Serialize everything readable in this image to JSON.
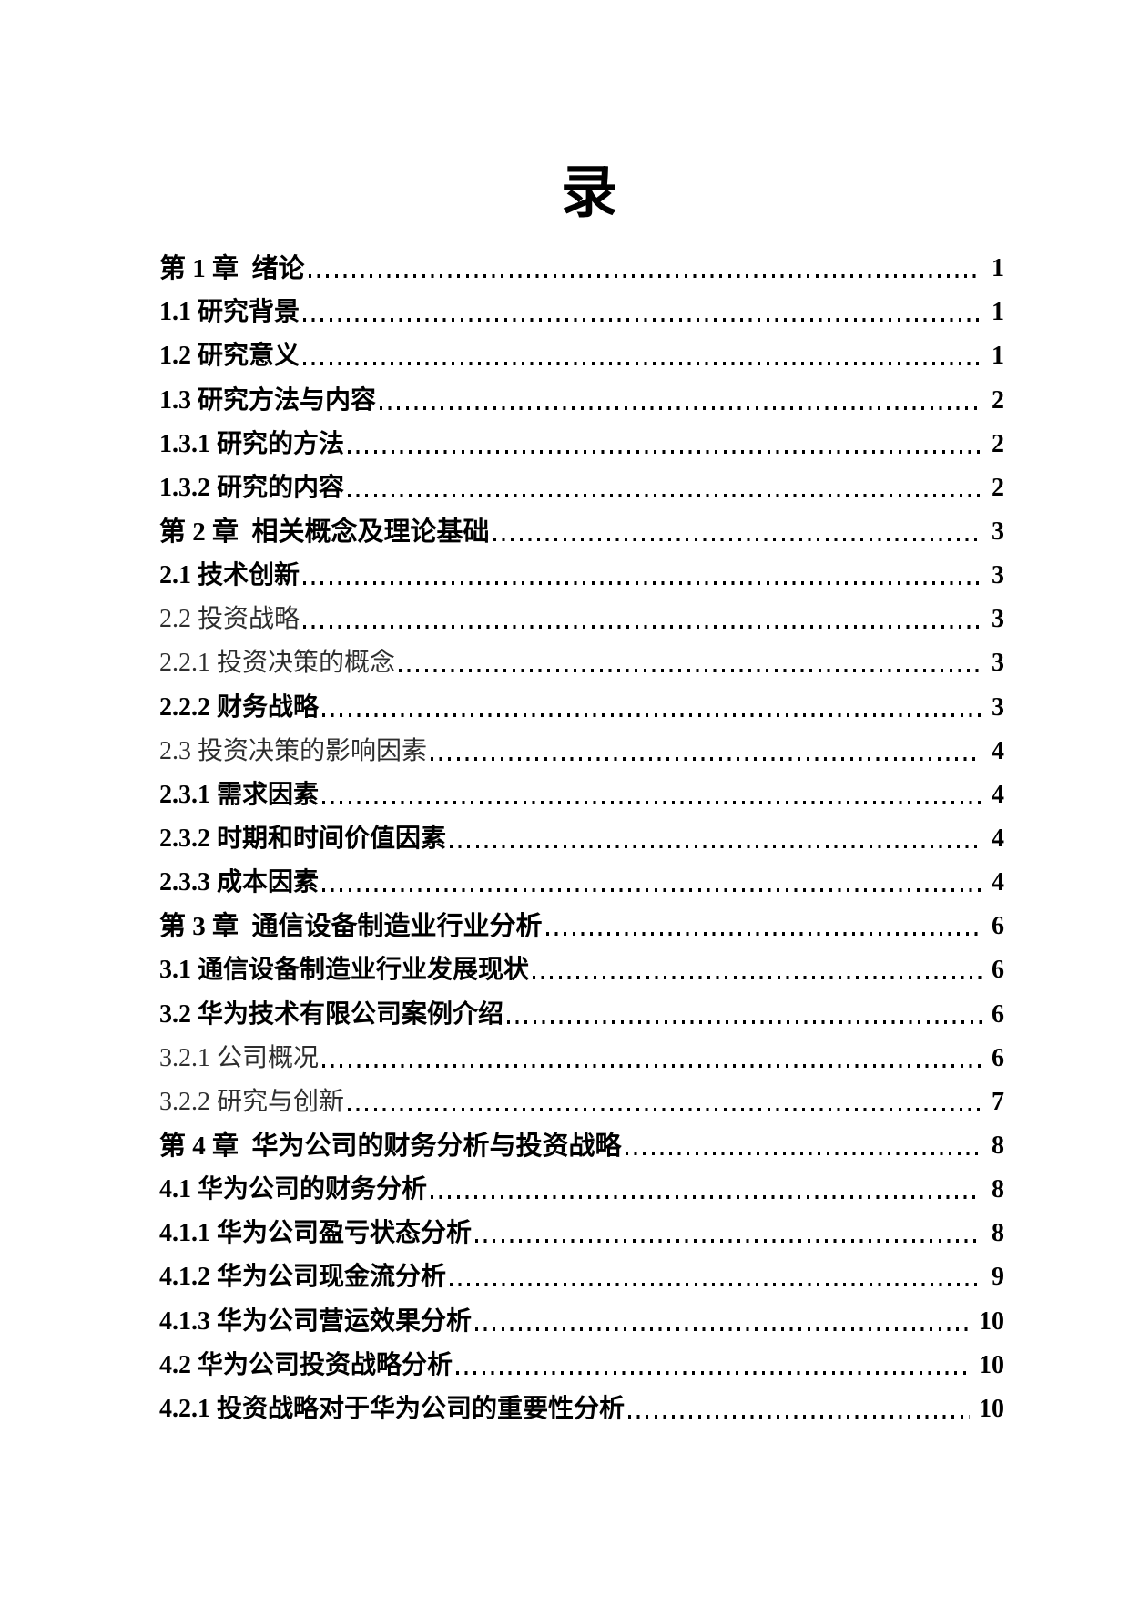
{
  "document": {
    "title": "录",
    "background_color": "#ffffff",
    "text_color": "#000000"
  },
  "toc": {
    "entries": [
      {
        "label": "第 1 章  绪论",
        "page": "1",
        "weight": "bold",
        "size": "lg"
      },
      {
        "label": "1.1 研究背景",
        "page": "1",
        "weight": "bold",
        "size": "md"
      },
      {
        "label": "1.2 研究意义",
        "page": "1",
        "weight": "bold",
        "size": "md"
      },
      {
        "label": "1.3 研究方法与内容",
        "page": "2",
        "weight": "bold",
        "size": "md"
      },
      {
        "label": "1.3.1 研究的方法",
        "page": "2",
        "weight": "bold",
        "size": "md"
      },
      {
        "label": "1.3.2 研究的内容",
        "page": "2",
        "weight": "bold",
        "size": "md"
      },
      {
        "label": "第 2 章  相关概念及理论基础",
        "page": "3",
        "weight": "bold",
        "size": "lg"
      },
      {
        "label": "2.1 技术创新",
        "page": "3",
        "weight": "bold",
        "size": "md"
      },
      {
        "label": "2.2 投资战略",
        "page": "3",
        "weight": "normal",
        "size": "md"
      },
      {
        "label": "2.2.1 投资决策的概念",
        "page": "3",
        "weight": "normal",
        "size": "md"
      },
      {
        "label": "2.2.2 财务战略",
        "page": "3",
        "weight": "bold",
        "size": "md"
      },
      {
        "label": "2.3 投资决策的影响因素",
        "page": "4",
        "weight": "normal",
        "size": "md"
      },
      {
        "label": "2.3.1 需求因素",
        "page": "4",
        "weight": "bold",
        "size": "md"
      },
      {
        "label": "2.3.2 时期和时间价值因素",
        "page": "4",
        "weight": "bold",
        "size": "md"
      },
      {
        "label": "2.3.3 成本因素",
        "page": "4",
        "weight": "bold",
        "size": "md"
      },
      {
        "label": "第 3 章  通信设备制造业行业分析",
        "page": "6",
        "weight": "bold",
        "size": "lg"
      },
      {
        "label": "3.1 通信设备制造业行业发展现状",
        "page": "6",
        "weight": "bold",
        "size": "md"
      },
      {
        "label": "3.2 华为技术有限公司案例介绍",
        "page": "6",
        "weight": "bold",
        "size": "md"
      },
      {
        "label": "3.2.1 公司概况",
        "page": "6",
        "weight": "normal",
        "size": "md"
      },
      {
        "label": "3.2.2 研究与创新",
        "page": "7",
        "weight": "normal",
        "size": "md"
      },
      {
        "label": "第 4 章  华为公司的财务分析与投资战略",
        "page": "8",
        "weight": "bold",
        "size": "lg"
      },
      {
        "label": "4.1 华为公司的财务分析",
        "page": "8",
        "weight": "bold",
        "size": "md"
      },
      {
        "label": "4.1.1 华为公司盈亏状态分析",
        "page": "8",
        "weight": "bold",
        "size": "md"
      },
      {
        "label": "4.1.2 华为公司现金流分析",
        "page": "9",
        "weight": "bold",
        "size": "md"
      },
      {
        "label": "4.1.3 华为公司营运效果分析",
        "page": "10",
        "weight": "bold",
        "size": "md"
      },
      {
        "label": "4.2 华为公司投资战略分析",
        "page": "10",
        "weight": "bold",
        "size": "md"
      },
      {
        "label": "4.2.1 投资战略对于华为公司的重要性分析",
        "page": "10",
        "weight": "bold",
        "size": "md"
      }
    ]
  }
}
